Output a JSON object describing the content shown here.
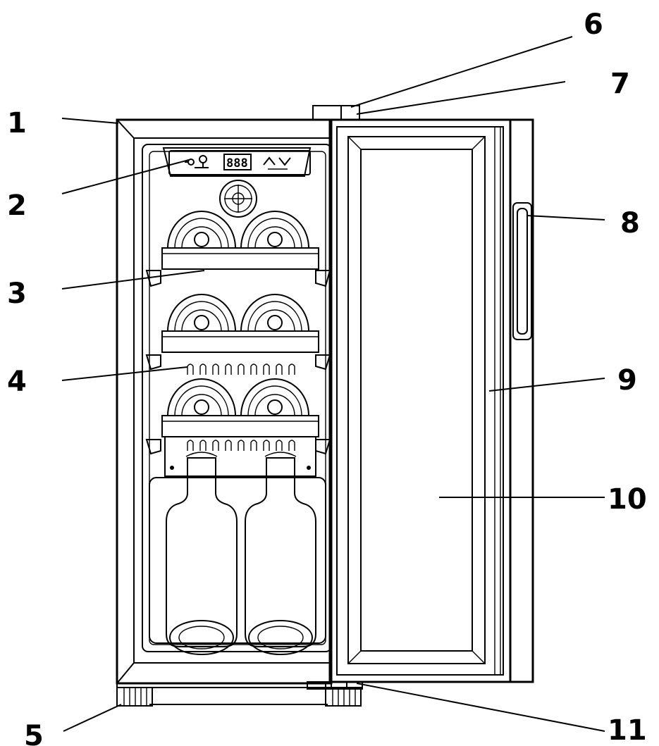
{
  "callouts": [
    {
      "id": "1",
      "label": "1"
    },
    {
      "id": "2",
      "label": "2"
    },
    {
      "id": "3",
      "label": "3"
    },
    {
      "id": "4",
      "label": "4"
    },
    {
      "id": "5",
      "label": "5"
    },
    {
      "id": "6",
      "label": "6"
    },
    {
      "id": "7",
      "label": "7"
    },
    {
      "id": "8",
      "label": "8"
    },
    {
      "id": "9",
      "label": "9"
    },
    {
      "id": "10",
      "label": "10"
    },
    {
      "id": "11",
      "label": "11"
    }
  ],
  "control_panel": {
    "display_text": "888",
    "icons": [
      "light-bulb-icon",
      "digital-display",
      "up-down-arrows-icon"
    ]
  },
  "colors": {
    "line": "#000000",
    "background": "#ffffff"
  }
}
